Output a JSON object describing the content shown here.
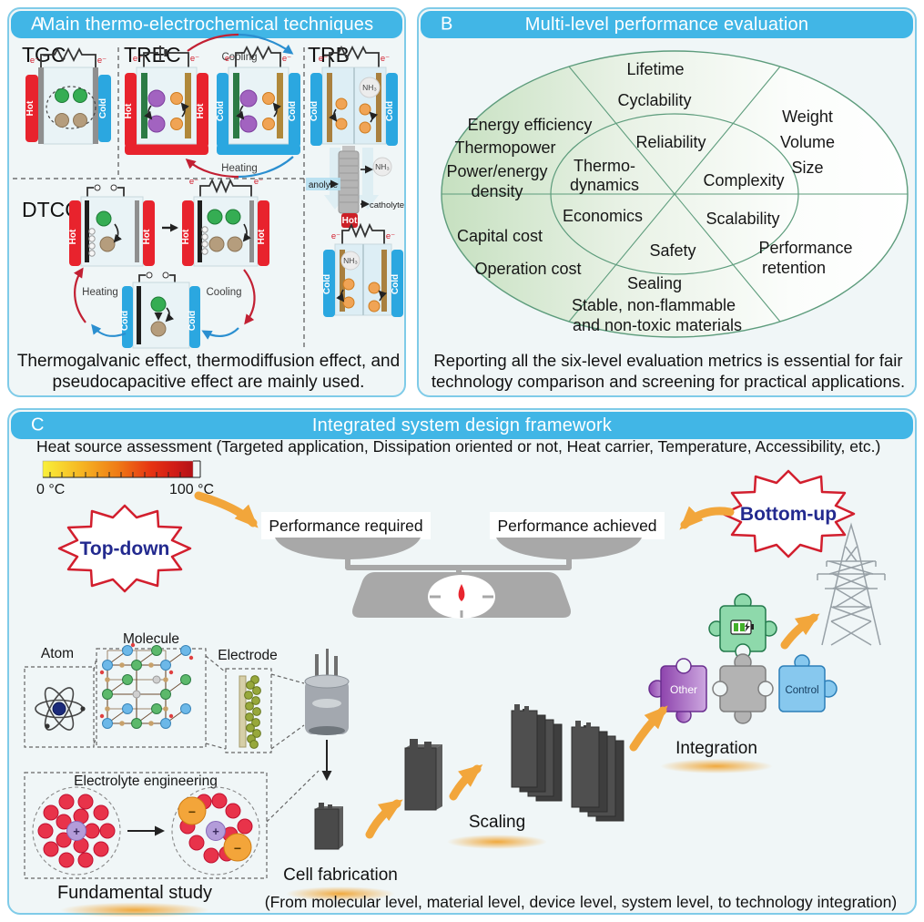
{
  "panelA": {
    "letter": "A",
    "title": "Main thermo-electrochemical techniques",
    "tgc": "TGC",
    "trec": "TREC",
    "trb": "TRB",
    "dtcc": "DTCC",
    "caption1": "Thermogalvanic effect, thermodiffusion effect, and",
    "caption2": "pseudocapacitive effect are mainly used.",
    "labels": {
      "hot": "Hot",
      "cold": "Cold",
      "e": "e⁻",
      "cooling": "Cooling",
      "heating": "Heating",
      "nh3": "NH₃",
      "anolyte": "anolyte",
      "catholyte": "catholyte"
    }
  },
  "panelB": {
    "letter": "B",
    "title": "Multi-level performance evaluation",
    "inner": {
      "reliability": "Reliability",
      "thermo1": "Thermo-",
      "thermo2": "dynamics",
      "complexity": "Complexity",
      "economics": "Economics",
      "safety": "Safety",
      "scalability": "Scalability"
    },
    "outer": {
      "lifetime": "Lifetime",
      "cyclability": "Cyclability",
      "energy_efficiency": "Energy efficiency",
      "thermopower": "Thermopower",
      "power1": "Power/energy",
      "power2": "density",
      "weight": "Weight",
      "volume": "Volume",
      "size": "Size",
      "capital": "Capital cost",
      "operation": "Operation cost",
      "sealing": "Sealing",
      "stable1": "Stable, non-flammable",
      "stable2": "and non-toxic materials",
      "perf1": "Performance",
      "perf2": "retention"
    },
    "caption1": "Reporting all the six-level evaluation metrics is essential for fair",
    "caption2": "technology comparison and screening for practical applications."
  },
  "panelC": {
    "letter": "C",
    "title": "Integrated system design framework",
    "heat_line": "Heat source assessment (Targeted application, Dissipation oriented or not, Heat carrier, Temperature, Accessibility, etc.)",
    "scale0": "0 °C",
    "scale100": "100 °C",
    "topdown": "Top-down",
    "bottomup": "Bottom-up",
    "perf_required": "Performance required",
    "perf_achieved": "Performance achieved",
    "atom": "Atom",
    "molecule": "Molecule",
    "electrode": "Electrode",
    "electrolyte": "Electrolyte engineering",
    "fundamental": "Fundamental study",
    "cell_fab": "Cell fabrication",
    "scaling": "Scaling",
    "integration": "Integration",
    "other": "Other",
    "control": "Control",
    "plus": "+",
    "minus": "−",
    "bottom_note": "(From molecular level, material level, device level, system level, to technology integration)"
  },
  "colors": {
    "header_blue": "#41b6e6",
    "panel_bg": "#f0f6f7",
    "panel_border": "#7fcbe8",
    "hot_red": "#e8232d",
    "cold_blue": "#2ba7e0",
    "accent_orange": "#f2a63b",
    "star_red": "#d21f2e",
    "star_text_navy": "#232a8f",
    "ellipse_green": "#c6e0c0",
    "ellipse_line": "#5d9c7c"
  }
}
